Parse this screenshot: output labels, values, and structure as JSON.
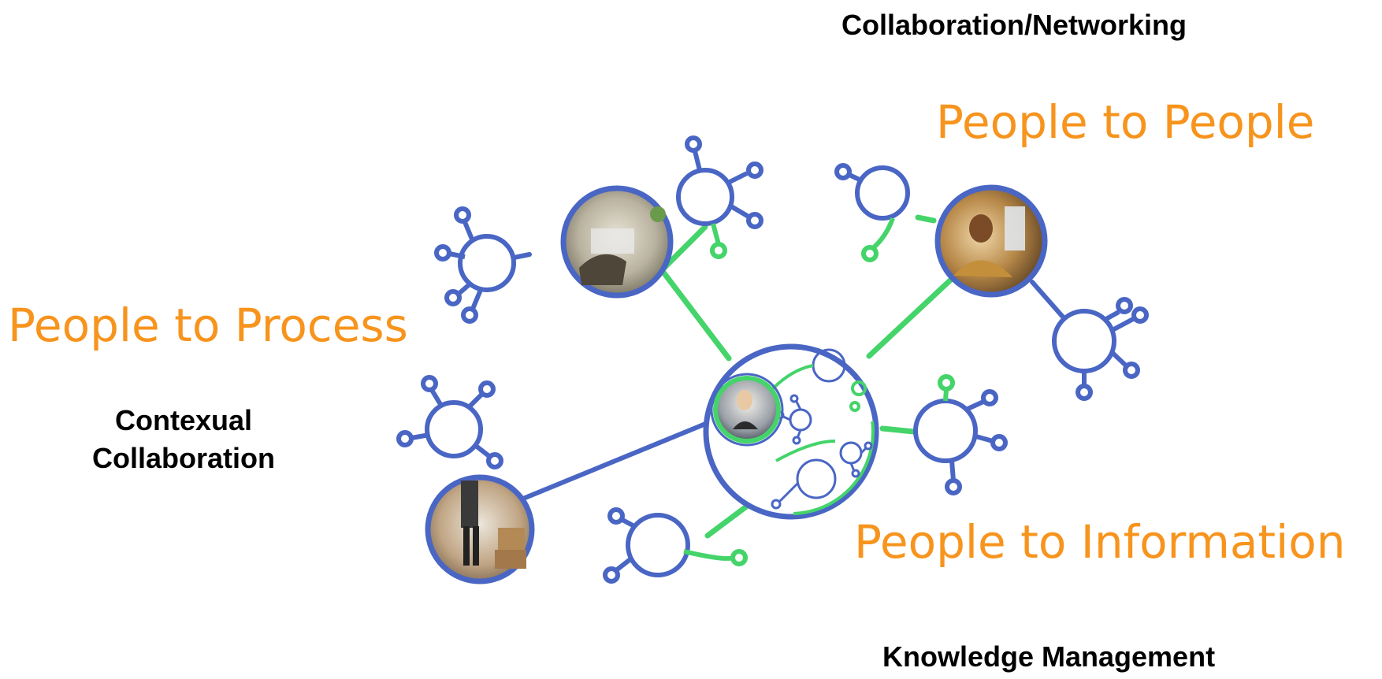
{
  "labels": {
    "collab_networking": "Collaboration/Networking",
    "people_to_people": "People to People",
    "people_to_process": "People to Process",
    "contextual_line1": "Contexual",
    "contextual_line2": "Collaboration",
    "people_to_information": "People to Information",
    "knowledge_management": "Knowledge Management"
  },
  "colors": {
    "orange_text": "#f7941d",
    "blue_ring": "#4a66c4",
    "green_link": "#44d46a",
    "dark_text": "#000000"
  },
  "icons": [
    "handshake-office-photo",
    "woman-at-computer-photo",
    "man-with-boxes-photo",
    "woman-at-laptop-photo"
  ]
}
